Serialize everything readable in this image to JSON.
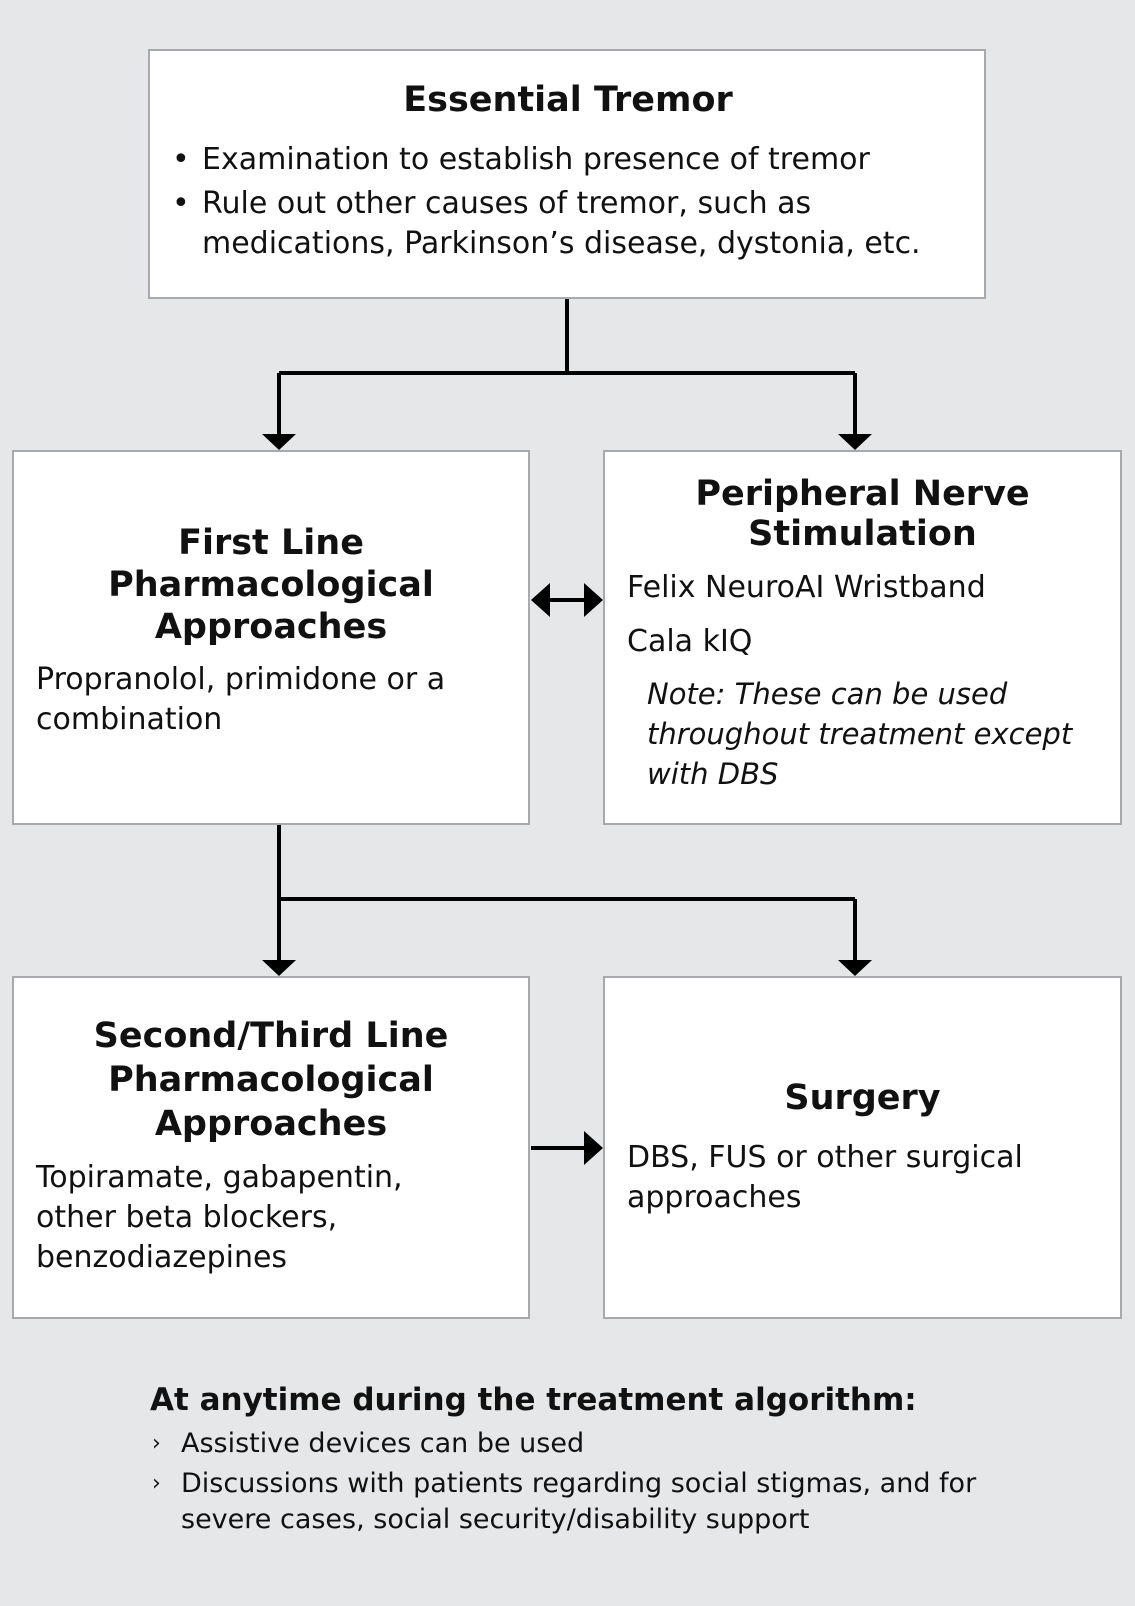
{
  "top_box": {
    "title": "Essential Tremor",
    "bullets": [
      "Examination to establish presence of tremor",
      "Rule out other causes of tremor, such as medications, Parkinson’s disease, dystonia, etc."
    ]
  },
  "first_line": {
    "title": "First Line Pharmacological Approaches",
    "text": "Propranolol, primidone or a combination"
  },
  "pns": {
    "title": "Peripheral Nerve Stimulation",
    "items": [
      "Felix NeuroAI Wristband",
      "Cala kIQ"
    ],
    "note": "Note: These can be used throughout treatment except with DBS"
  },
  "second_line": {
    "title": "Second/Third Line Pharmacological Approaches",
    "text": "Topiramate, gabapentin, other beta blockers, benzodiazepines"
  },
  "surgery": {
    "title": "Surgery",
    "text": "DBS, FUS or other surgical approaches"
  },
  "footer": {
    "title": "At anytime during the treatment algorithm:",
    "items": [
      "Assistive devices can be used",
      "Discussions with patients regarding social stigmas, and for severe cases, social security/disability support"
    ]
  },
  "colors": {
    "background": "#e6e7e8",
    "box_border": "#a7a9ac",
    "connector": "#000000"
  }
}
